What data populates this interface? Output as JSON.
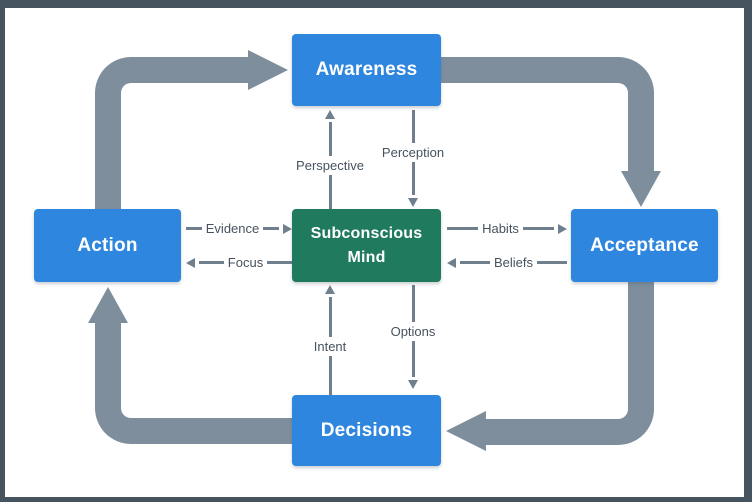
{
  "palette": {
    "frame": "#46545F",
    "bg": "#FFFFFF",
    "blue": "#2E86DE",
    "green": "#1F7A5E",
    "thick": "#7E8E9D",
    "thin": "#6F7F8D",
    "label": "#46525F",
    "boxtext": "#FFFFFF"
  },
  "nodes": {
    "awareness": {
      "label": "Awareness"
    },
    "acceptance": {
      "label": "Acceptance"
    },
    "decisions": {
      "label": "Decisions"
    },
    "action": {
      "label": "Action"
    },
    "subconscious": {
      "lines": [
        "Subconscious",
        "Mind"
      ]
    }
  },
  "connectors": {
    "perspective": {
      "label": "Perspective",
      "direction": "up",
      "from": "subconscious",
      "to": "awareness"
    },
    "perception": {
      "label": "Perception",
      "direction": "down",
      "from": "awareness",
      "to": "subconscious"
    },
    "evidence": {
      "label": "Evidence",
      "direction": "right",
      "from": "action",
      "to": "subconscious"
    },
    "focus": {
      "label": "Focus",
      "direction": "left",
      "from": "subconscious",
      "to": "action"
    },
    "habits": {
      "label": "Habits",
      "direction": "right",
      "from": "subconscious",
      "to": "acceptance"
    },
    "beliefs": {
      "label": "Beliefs",
      "direction": "left",
      "from": "acceptance",
      "to": "subconscious"
    },
    "intent": {
      "label": "Intent",
      "direction": "up",
      "from": "decisions",
      "to": "subconscious"
    },
    "options": {
      "label": "Options",
      "direction": "down",
      "from": "subconscious",
      "to": "decisions"
    }
  },
  "cycle": [
    {
      "from": "action",
      "to": "awareness"
    },
    {
      "from": "awareness",
      "to": "acceptance"
    },
    {
      "from": "acceptance",
      "to": "decisions"
    },
    {
      "from": "decisions",
      "to": "action"
    }
  ]
}
